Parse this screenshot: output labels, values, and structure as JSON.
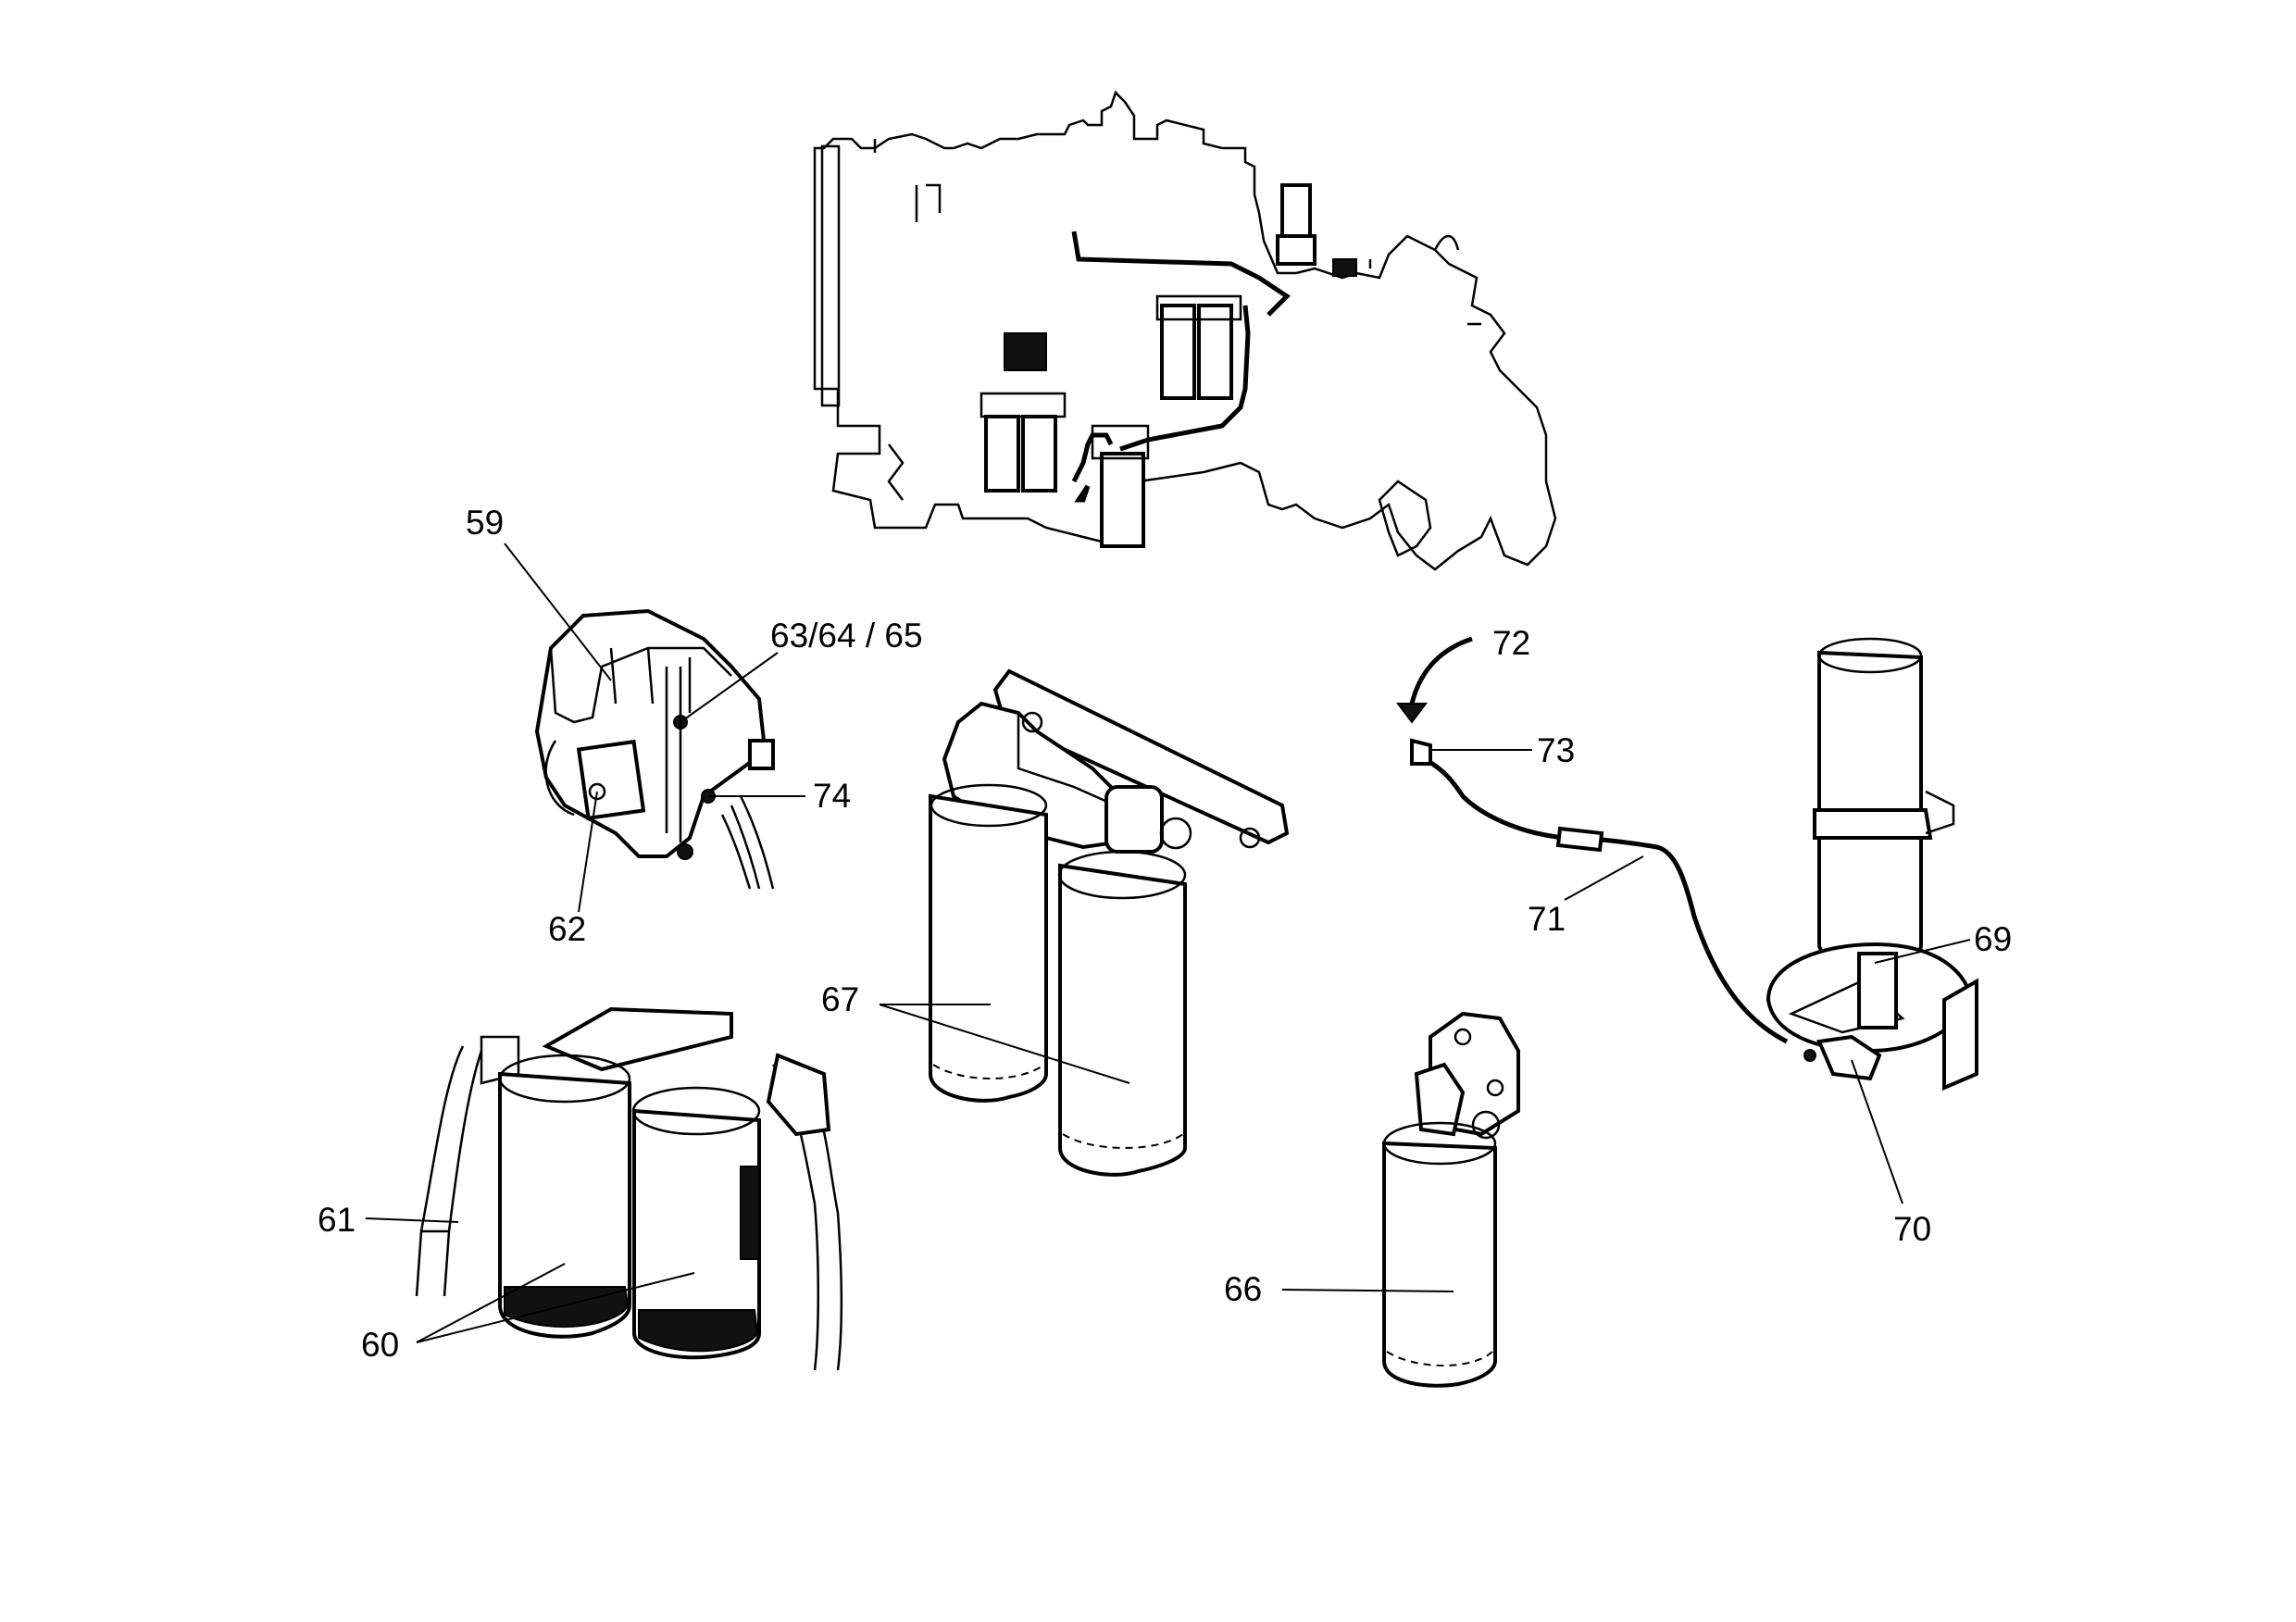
{
  "diagram": {
    "callouts": {
      "c59": "59",
      "c60": "60",
      "c61": "61",
      "c62": "62",
      "c63": "63/64 / 65",
      "c66": "66",
      "c67": "67",
      "c69": "69",
      "c70": "70",
      "c71": "71",
      "c72": "72",
      "c73": "73",
      "c74": "74"
    }
  },
  "parts": {
    "engine_overview": "engine-outline",
    "fuel_pump_assembly": "pump-59",
    "twin_filters_lower": "filters-60",
    "twin_filters_center": "filters-67",
    "single_filter": "filter-66",
    "water_separator": "separator-69"
  }
}
